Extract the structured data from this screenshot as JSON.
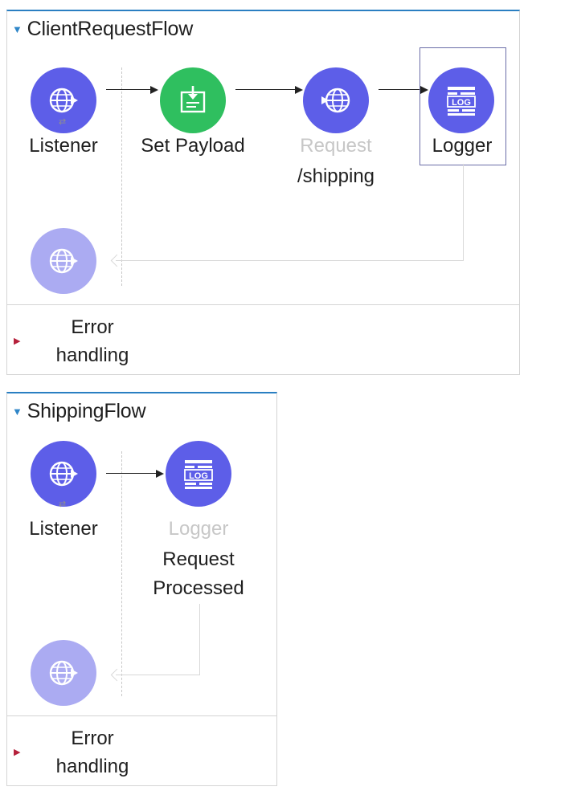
{
  "client_flow": {
    "title": "ClientRequestFlow",
    "nodes": {
      "listener": {
        "label": "Listener",
        "icon": "globe-listener-icon"
      },
      "set_payload": {
        "label": "Set Payload",
        "icon": "set-payload-icon"
      },
      "request": {
        "label": "Request",
        "sublabel": "/shipping",
        "icon": "globe-request-icon"
      },
      "logger": {
        "label": "Logger",
        "icon": "log-icon"
      }
    },
    "error_handling": "Error\nhandling",
    "error_line1": "Error",
    "error_line2": "handling"
  },
  "shipping_flow": {
    "title": "ShippingFlow",
    "nodes": {
      "listener": {
        "label": "Listener",
        "icon": "globe-listener-icon"
      },
      "logger": {
        "label": "Logger",
        "sublabel1": "Request",
        "sublabel2": "Processed",
        "icon": "log-icon"
      }
    },
    "error_line1": "Error",
    "error_line2": "handling"
  },
  "colors": {
    "connector_blue": "#5d5ee8",
    "set_payload_green": "#2fbf5f",
    "flow_top_border": "#2a7fc2",
    "error_marker": "#b5203b"
  }
}
